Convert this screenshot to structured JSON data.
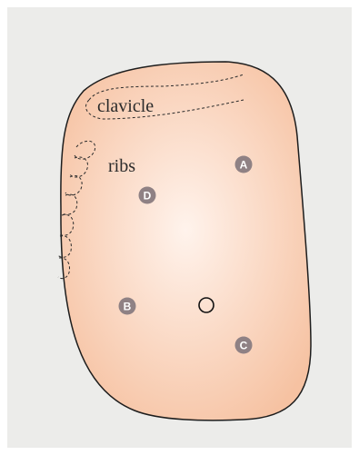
{
  "labels": {
    "clavicle": "clavicle",
    "ribs": "ribs"
  },
  "markers": [
    {
      "id": "a",
      "letter": "A"
    },
    {
      "id": "b",
      "letter": "B"
    },
    {
      "id": "c",
      "letter": "C"
    },
    {
      "id": "d",
      "letter": "D"
    }
  ],
  "colors": {
    "panel_background": "#ececea",
    "body_center": "#fff3ec",
    "body_edge": "#f6c2a2",
    "outline": "#1d1d1d",
    "marker_fill": "#8f8184",
    "marker_text": "#ffffff",
    "dashed_line": "#2b2b2b"
  }
}
